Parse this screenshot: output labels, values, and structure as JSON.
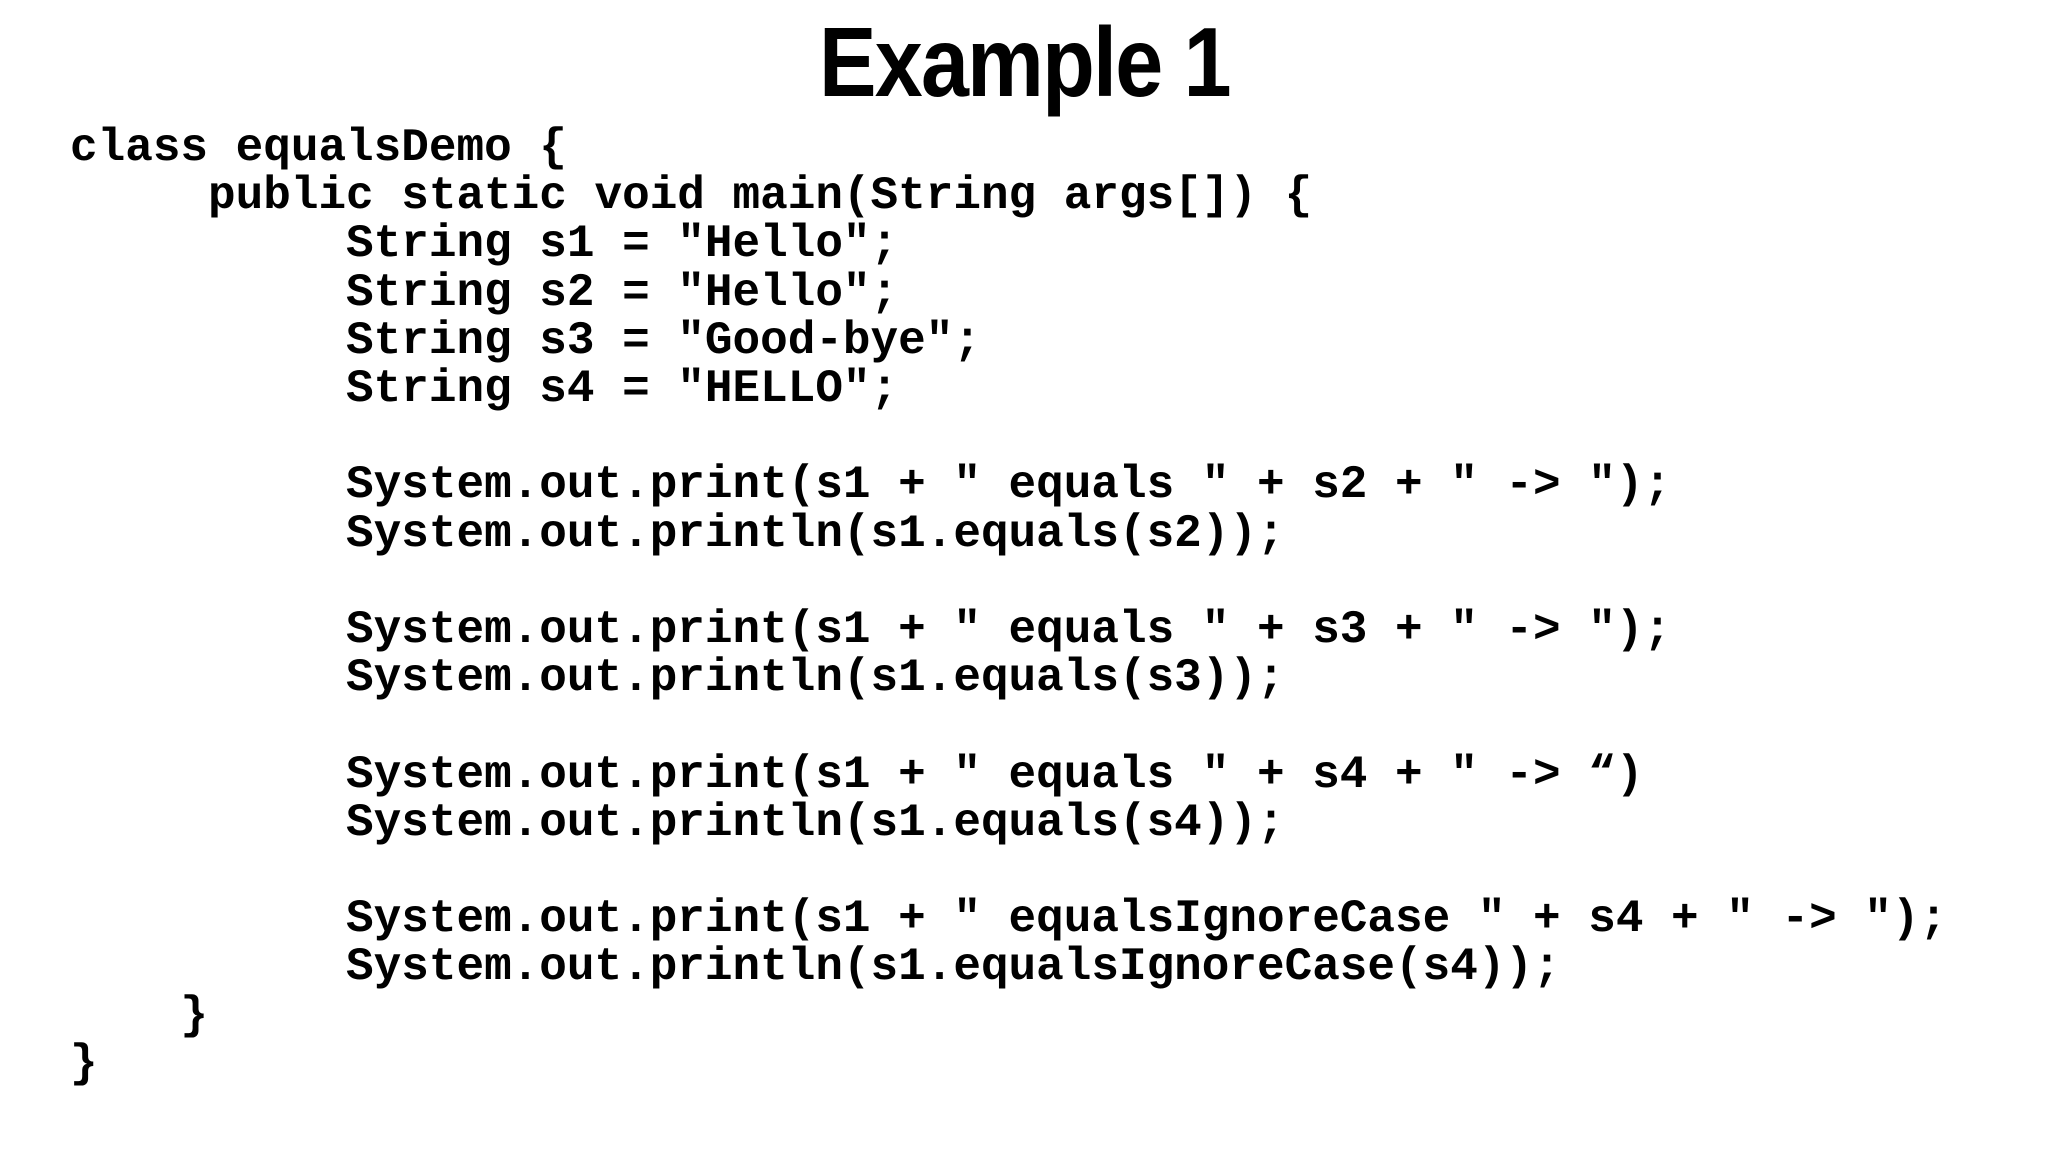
{
  "title": "Example 1",
  "colors": {
    "background": "#ffffff",
    "text": "#000000"
  },
  "code": {
    "lines": [
      "class equalsDemo {",
      "     public static void main(String args[]) {",
      "          String s1 = \"Hello\";",
      "          String s2 = \"Hello\";",
      "          String s3 = \"Good-bye\";",
      "          String s4 = \"HELLO\";",
      "",
      "          System.out.print(s1 + \" equals \" + s2 + \" -> \");",
      "          System.out.println(s1.equals(s2));",
      "",
      "          System.out.print(s1 + \" equals \" + s3 + \" -> \");",
      "          System.out.println(s1.equals(s3));",
      "",
      "          System.out.print(s1 + \" equals \" + s4 + \" -> “)",
      "          System.out.println(s1.equals(s4));",
      "",
      "          System.out.print(s1 + \" equalsIgnoreCase \" + s4 + \" -> \");",
      "          System.out.println(s1.equalsIgnoreCase(s4));",
      "    }",
      "}"
    ]
  }
}
